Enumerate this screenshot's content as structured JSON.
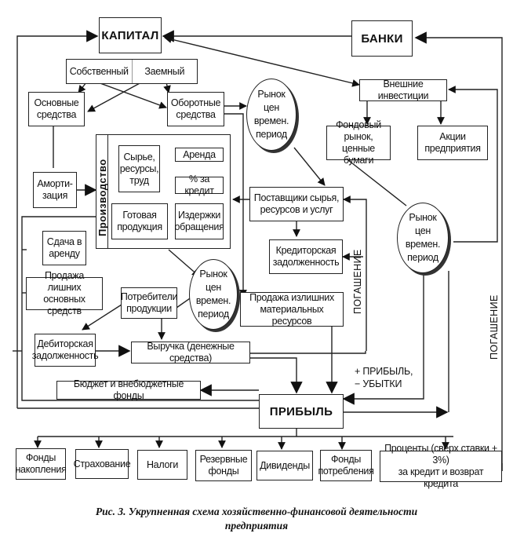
{
  "nodes": {
    "capital": "КАПИТАЛ",
    "banks": "БАНКИ",
    "own": "Собственный",
    "borrowed": "Заемный",
    "fixed_assets": "Основные\nсредства",
    "current_assets": "Оборотные\nсредства",
    "market1": "Рынок\nцен\nвремен.\nпериод",
    "external_investments": "Внешние инвестиции",
    "stock_market": "Фондовый рынок,\nценные бумаги",
    "company_shares": "Акции\nпредприятия",
    "production": "Производство",
    "raw_materials": "Сырье,\nресурсы,\nтруд",
    "rent": "Аренда",
    "credit_interest": "% за кредит",
    "finished_goods": "Готовая\nпродукция",
    "distribution_costs": "Издержки\nобращения",
    "depreciation": "Аморти-\nзация",
    "suppliers": "Поставщики сырья,\nресурсов и услуг",
    "accounts_payable": "Кредиторская\nзадолженность",
    "market2": "Рынок\nцен\nвремен.\nпериод",
    "rent_out": "Сдача в\nаренду",
    "sale_fixed": "Продажа лишних\nосновных средств",
    "consumers": "Потребители\nпродукции",
    "market3": "Рынок\nцен\nвремен.\nпериод",
    "sale_materials": "Продажа излишних\nматериальных ресурсов",
    "accounts_receivable": "Дебиторская\nзадолженность",
    "revenue": "Выручка (денежные средства)",
    "budget": "Бюджет и внебюджетные фонды",
    "profit": "ПРИБЫЛЬ",
    "profit_loss": "+ ПРИБЫЛЬ,\n− УБЫТКИ",
    "repayment1": "ПОГАШЕНИЕ",
    "repayment2": "ПОГАШЕНИЕ"
  },
  "distribution": [
    "Фонды\nнакопления",
    "Страхование",
    "Налоги",
    "Резервные\nфонды",
    "Дивиденды",
    "Фонды\nпотребления",
    "Проценты (сверх ставки + 3%)\nза кредит и возврат кредита"
  ],
  "caption": {
    "line1": "Рис. 3. Укрупненная схема хозяйственно-финансовой деятельности",
    "line2": "предприятия"
  }
}
